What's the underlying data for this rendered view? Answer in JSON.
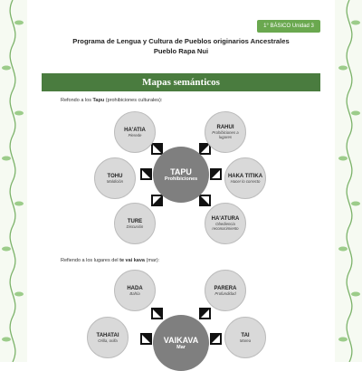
{
  "header": {
    "badge": "1° BÁSICO Unidad 3"
  },
  "title": {
    "line1": "Programa de Lengua y Cultura de Pueblos originarios Ancestrales",
    "line2": "Pueblo Rapa Nui"
  },
  "section": {
    "heading": "Mapas semánticos"
  },
  "map1": {
    "intro_prefix": "Refondo a los",
    "intro_keyword": "Tapu",
    "intro_suffix": "(prohibiciones culturales):",
    "center": {
      "name": "TAPU",
      "sub": "Prohibiciones"
    },
    "nodes": [
      {
        "name": "HA'ATIA",
        "desc": "Pierede"
      },
      {
        "name": "RAHUI",
        "desc": "Prohibiciones a lugares"
      },
      {
        "name": "TOHU",
        "desc": "Maldición"
      },
      {
        "name": "HAKA TITIKA",
        "desc": "Hacer lo correcto"
      },
      {
        "name": "TURE",
        "desc": "Discusión"
      },
      {
        "name": "HA'ATURA",
        "desc": "Obediencia reconocimiento"
      }
    ]
  },
  "map2": {
    "intro_prefix": "Refiendo a los lugares del",
    "intro_keyword": "te vai kava",
    "intro_suffix": "(mar):",
    "center": {
      "name": "VAIKAVA",
      "sub": "Mar"
    },
    "nodes": [
      {
        "name": "HADA",
        "desc": "Bahía"
      },
      {
        "name": "PARERA",
        "desc": "Profundidad"
      },
      {
        "name": "TAHATAI",
        "desc": "Orilla, orilla"
      },
      {
        "name": "TAI",
        "desc": "Marea"
      }
    ]
  }
}
